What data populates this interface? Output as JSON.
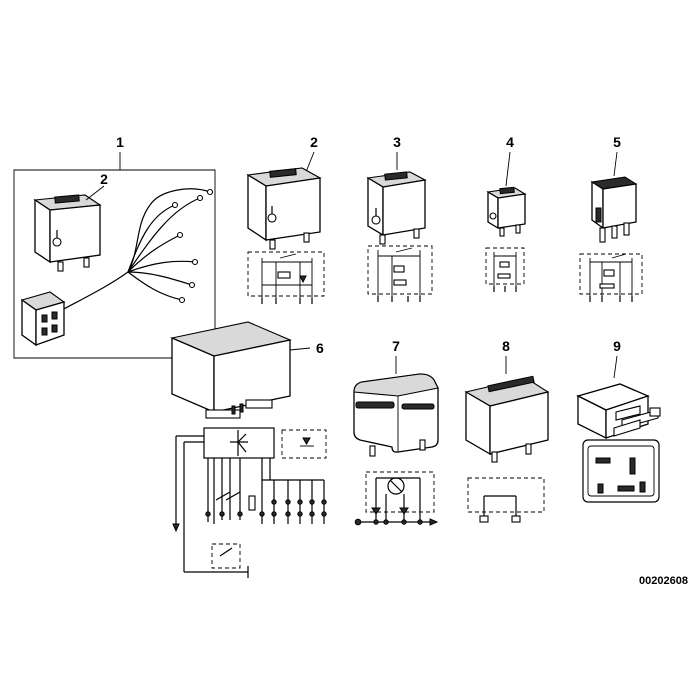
{
  "part_numbers": {
    "p1": "1",
    "p2_in_kit": "2",
    "p2": "2",
    "p3": "3",
    "p4": "4",
    "p5": "5",
    "p6": "6",
    "p7": "7",
    "p8": "8",
    "p9": "9"
  },
  "reference_code": "00202608"
}
